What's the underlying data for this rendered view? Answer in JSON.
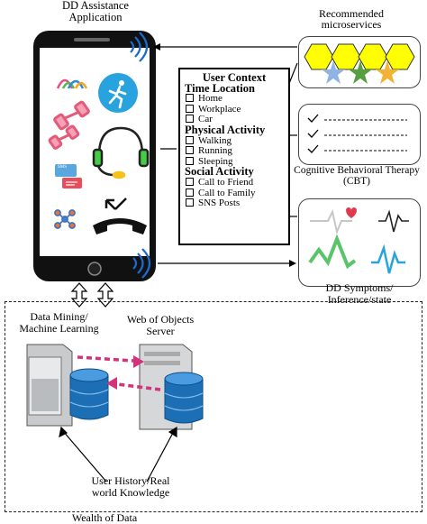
{
  "app_title": [
    "DD Assistance",
    "Application"
  ],
  "user_context": {
    "title": "User Context",
    "sections": [
      {
        "heading": "Time Location",
        "items": [
          "Home",
          "Workplace",
          "Car"
        ]
      },
      {
        "heading": "Physical Activity",
        "items": [
          "Walking",
          "Running",
          "Sleeping"
        ]
      },
      {
        "heading": "Social Activity",
        "items": [
          "Call to Friend",
          "Call to Family",
          "SNS Posts"
        ]
      }
    ]
  },
  "microservices": {
    "label": [
      "Recommended",
      "microservices"
    ],
    "star_colors": [
      "#8fb4e3",
      "#57a042",
      "#f2b233"
    ],
    "hex_color": "#ffff00"
  },
  "cbt": {
    "label": [
      "Cognitive Behavioral Therapy",
      "(CBT)"
    ]
  },
  "symptoms": {
    "label": [
      "DD Symptoms/",
      "Inference/state"
    ]
  },
  "data_mining": {
    "label": [
      "Data Mining/",
      "Machine Learning"
    ]
  },
  "wow_server": {
    "label": [
      "Web of Objects",
      "Server"
    ]
  },
  "user_history": {
    "label": [
      "User History/Real",
      "world Knowledge"
    ]
  },
  "wealth": {
    "label": "Wealth of Data"
  },
  "sms_text": "SMS",
  "colors": {
    "pink_arrow": "#d4337c",
    "db_blue": "#1d6fb5",
    "activity_blue": "#29a3dd"
  }
}
